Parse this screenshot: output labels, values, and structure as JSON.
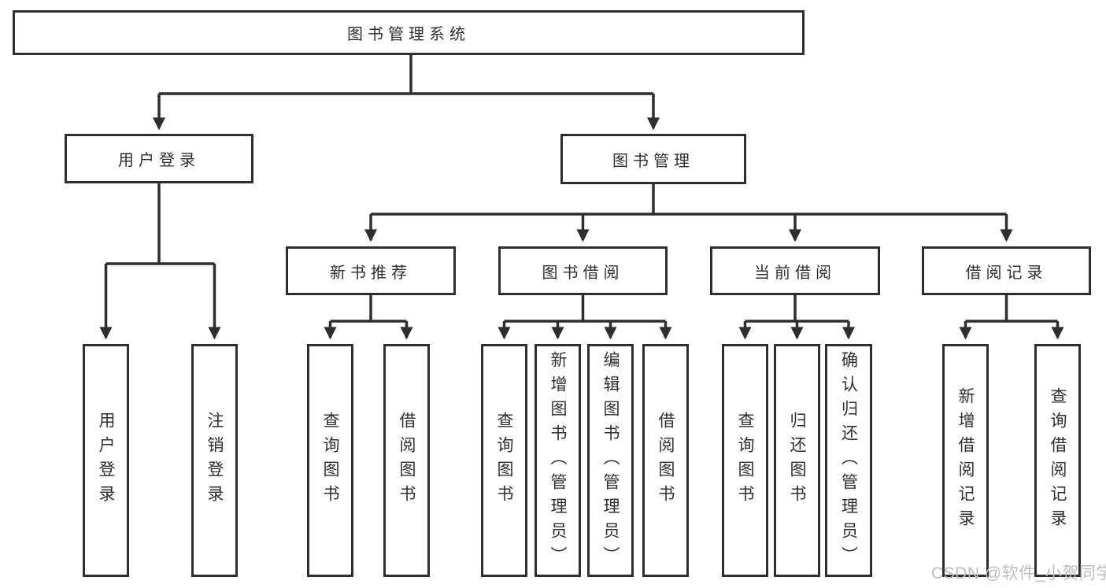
{
  "diagram": {
    "root": {
      "label": "图书管理系统"
    },
    "level2": [
      {
        "label": "用户登录"
      },
      {
        "label": "图书管理"
      }
    ],
    "level3": [
      {
        "parent": "图书管理",
        "label": "新书推荐"
      },
      {
        "parent": "图书管理",
        "label": "图书借阅"
      },
      {
        "parent": "图书管理",
        "label": "当前借阅"
      },
      {
        "parent": "图书管理",
        "label": "借阅记录"
      }
    ],
    "leaves": [
      {
        "parent": "用户登录",
        "label": "用户登录"
      },
      {
        "parent": "用户登录",
        "label": "注销登录"
      },
      {
        "parent": "新书推荐",
        "label": "查询图书"
      },
      {
        "parent": "新书推荐",
        "label": "借阅图书"
      },
      {
        "parent": "图书借阅",
        "label": "查询图书"
      },
      {
        "parent": "图书借阅",
        "label": "新增图书（管理员）"
      },
      {
        "parent": "图书借阅",
        "label": "编辑图书（管理员）"
      },
      {
        "parent": "图书借阅",
        "label": "借阅图书"
      },
      {
        "parent": "当前借阅",
        "label": "查询图书"
      },
      {
        "parent": "当前借阅",
        "label": "归还图书"
      },
      {
        "parent": "当前借阅",
        "label": "确认归还（管理员）"
      },
      {
        "parent": "借阅记录",
        "label": "新增借阅记录"
      },
      {
        "parent": "借阅记录",
        "label": "查询借阅记录"
      }
    ],
    "watermark": "CSDN @软件_小贺同学",
    "colors": {
      "line": "#2e2e2e",
      "box_border": "#2e2e2e",
      "text": "#2f2f2f",
      "watermark": "#bdbdbd",
      "background": "#ffffff"
    }
  }
}
